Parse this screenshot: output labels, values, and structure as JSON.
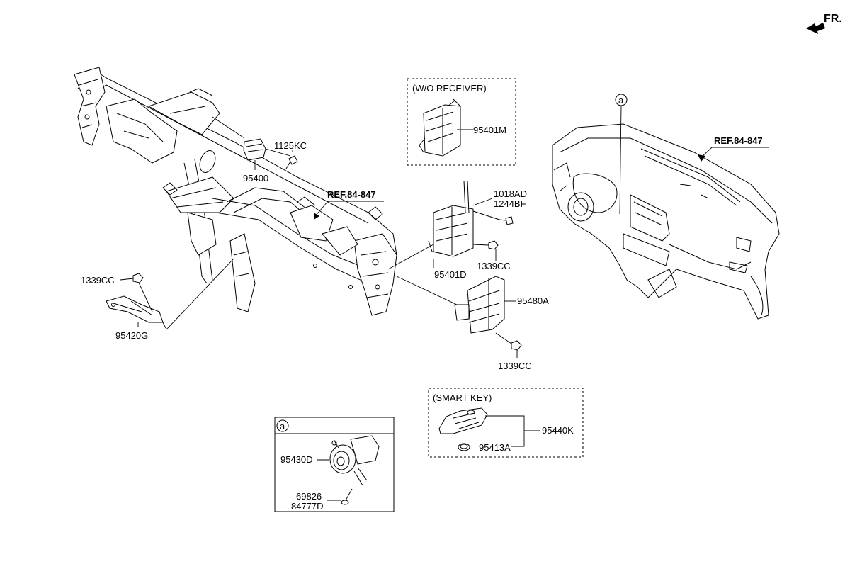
{
  "orientation": {
    "text": "FR."
  },
  "references": {
    "ref_upper_right": "REF.84-847",
    "ref_center": "REF.84-847"
  },
  "callout_letter": "a",
  "groups": {
    "wo_receiver": {
      "title": "(W/O RECEIVER)"
    },
    "smart_key": {
      "title": "(SMART KEY)"
    }
  },
  "part_numbers": {
    "p1125KC": "1125KC",
    "p95400": "95400",
    "p95401M": "95401M",
    "p1018AD": "1018AD",
    "p1244BF": "1244BF",
    "p1339CC_mid": "1339CC",
    "p95401D": "95401D",
    "p95480A": "95480A",
    "p1339CC_low": "1339CC",
    "p1339CC_left": "1339CC",
    "p95420G": "95420G",
    "p95440K": "95440K",
    "p95413A": "95413A",
    "p95430D": "95430D",
    "p69826": "69826",
    "p84777D": "84777D"
  }
}
